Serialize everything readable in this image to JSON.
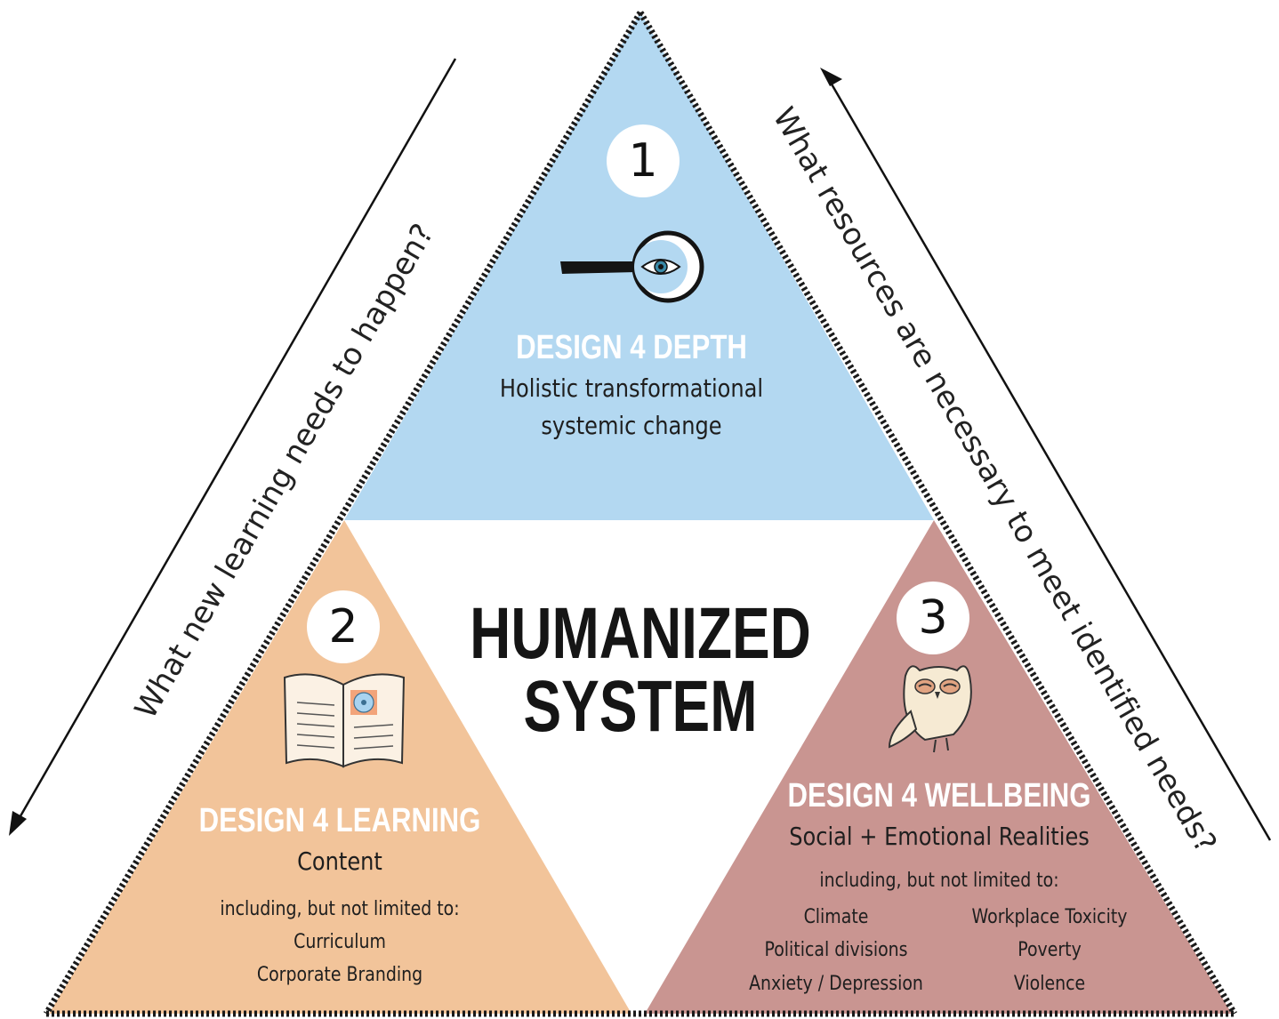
{
  "center": {
    "line1": "HUMANIZED",
    "line2": "SYSTEM"
  },
  "left_question": "What new learning needs to happen?",
  "right_question": "What resources are necessary to meet identified needs?",
  "sections": {
    "depth": {
      "number": "1",
      "title": "DESIGN 4 DEPTH",
      "subtitle_line1": "Holistic transformational",
      "subtitle_line2": "systemic change",
      "icon": "magnifier-eye-icon",
      "color": "#b3d8f1"
    },
    "learning": {
      "number": "2",
      "title": "DESIGN 4 LEARNING",
      "subtitle": "Content",
      "intro": "including, but not limited to:",
      "items": [
        "Curriculum",
        "Corporate Branding"
      ],
      "icon": "open-book-icon",
      "color": "#f2c49a"
    },
    "wellbeing": {
      "number": "3",
      "title": "DESIGN 4 WELLBEING",
      "subtitle": "Social + Emotional Realities",
      "intro": "including, but not limited to:",
      "items_left": [
        "Climate",
        "Political divisions",
        "Anxiety / Depression"
      ],
      "items_right": [
        "Workplace Toxicity",
        "Poverty",
        "Violence"
      ],
      "icon": "owl-icon",
      "color": "#c99591"
    }
  }
}
